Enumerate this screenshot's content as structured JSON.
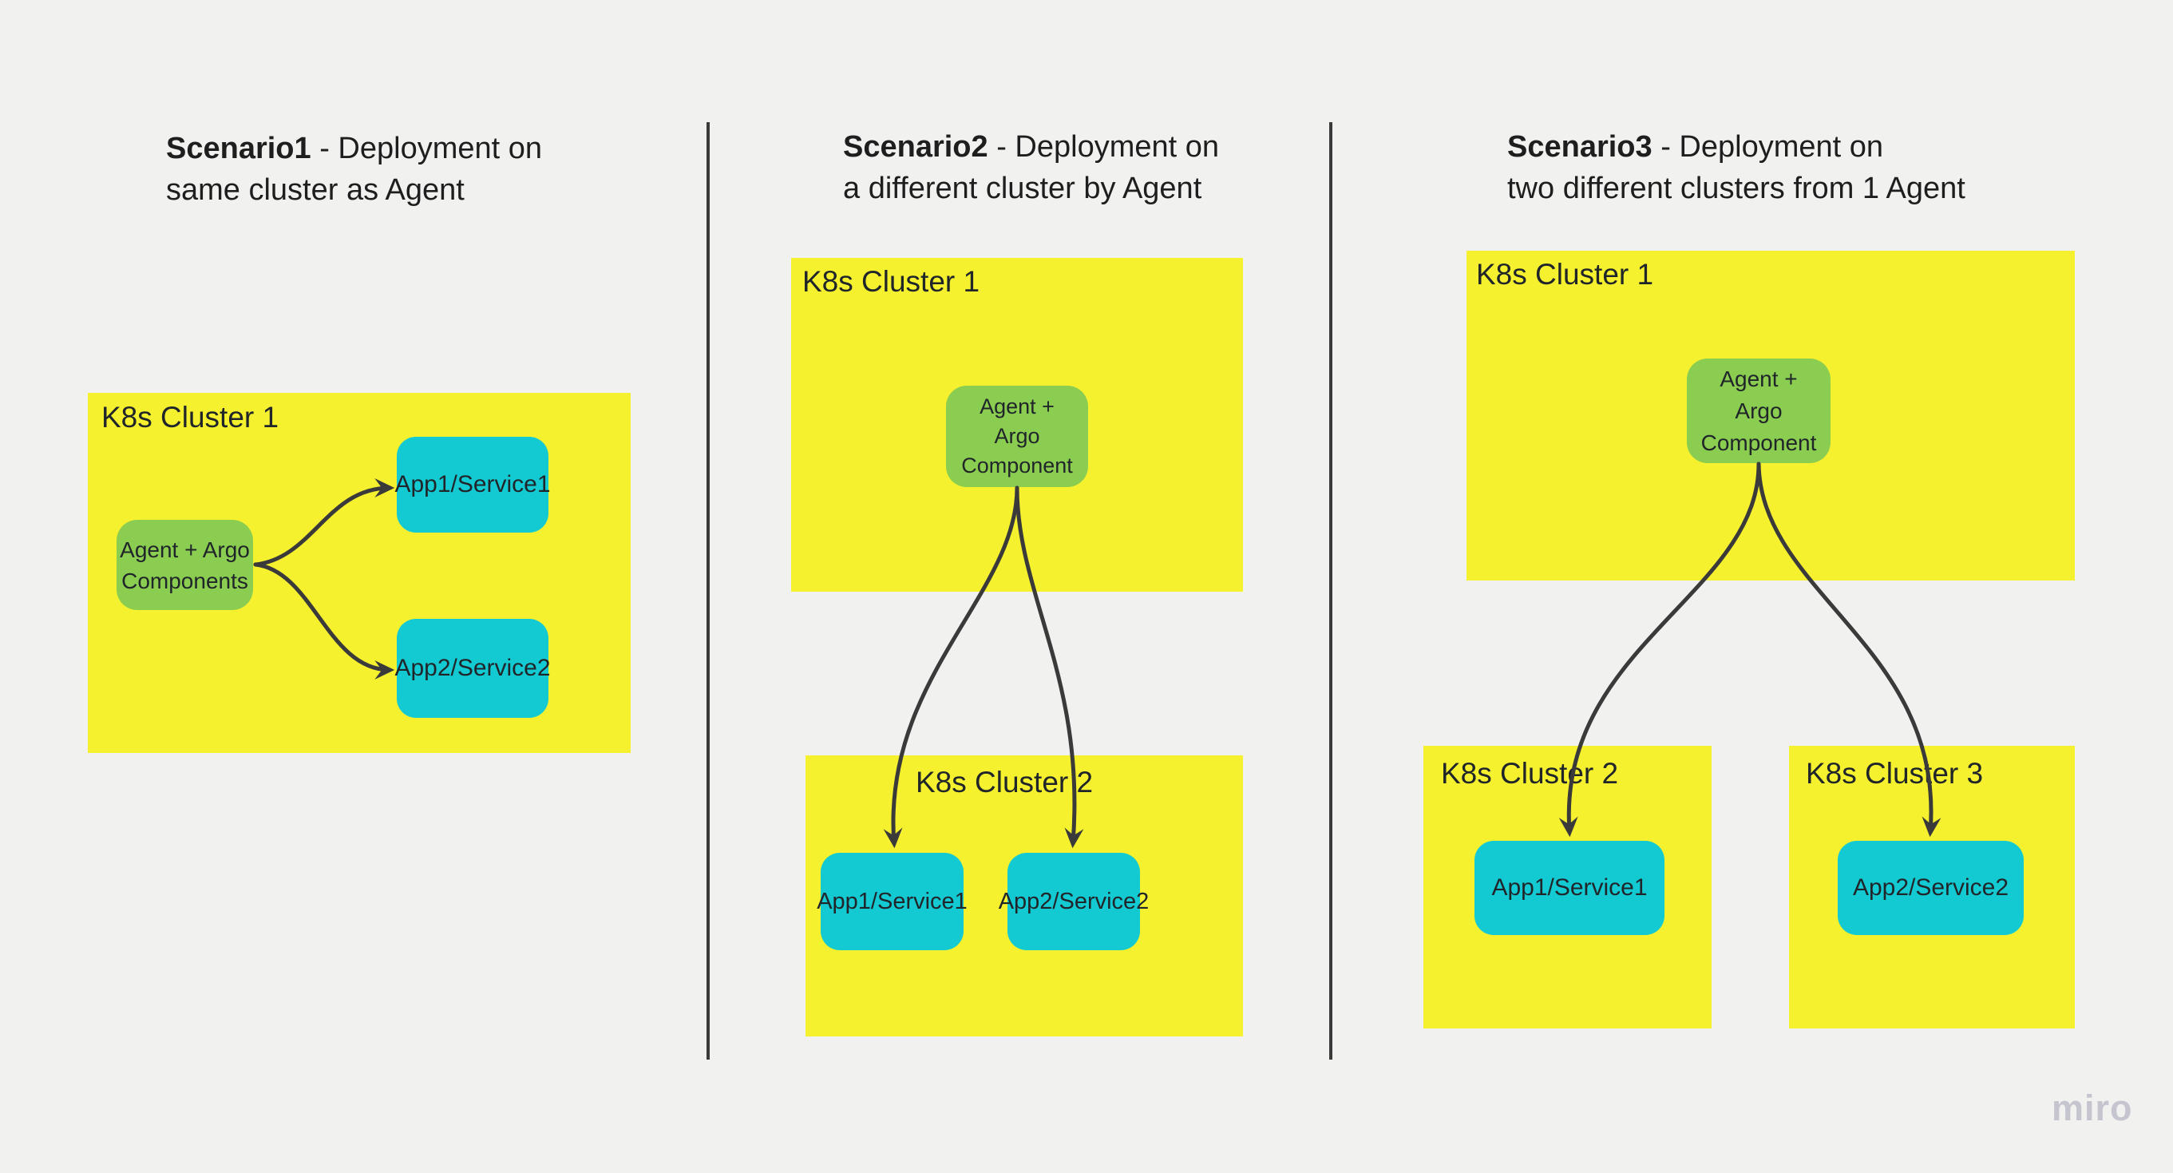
{
  "colors": {
    "background": "#F1F1F0",
    "yellow": "#F6F12E",
    "green": "#8BCD50",
    "cyan": "#14CAD2",
    "stroke": "#3A3A3A",
    "text": "#20252A",
    "title-text": "#1E1E1E",
    "watermark": "#C5C5CF"
  },
  "scenarios": {
    "s1": {
      "title_bold": "Scenario1",
      "title_rest": " - Deployment on",
      "title_line2": "same cluster as Agent",
      "cluster1_label": "K8s Cluster 1",
      "agent_line1": "Agent + Argo",
      "agent_line2": "Components",
      "app1_label": "App1/Service1",
      "app2_label": "App2/Service2"
    },
    "s2": {
      "title_bold": "Scenario2",
      "title_rest": " - Deployment on",
      "title_line2": "a different cluster by Agent",
      "cluster1_label": "K8s Cluster 1",
      "cluster2_label": "K8s Cluster 2",
      "agent_line1": "Agent +",
      "agent_line2": "Argo",
      "agent_line3": "Component",
      "app1_label": "App1/Service1",
      "app2_label": "App2/Service2"
    },
    "s3": {
      "title_bold": "Scenario3",
      "title_rest": " - Deployment on",
      "title_line2": "two different clusters from 1 Agent",
      "cluster1_label": "K8s Cluster 1",
      "cluster2_label": "K8s Cluster 2",
      "cluster3_label": "K8s Cluster 3",
      "agent_line1": "Agent +",
      "agent_line2": "Argo",
      "agent_line3": "Component",
      "app1_label": "App1/Service1",
      "app2_label": "App2/Service2"
    }
  },
  "watermark": "miro"
}
